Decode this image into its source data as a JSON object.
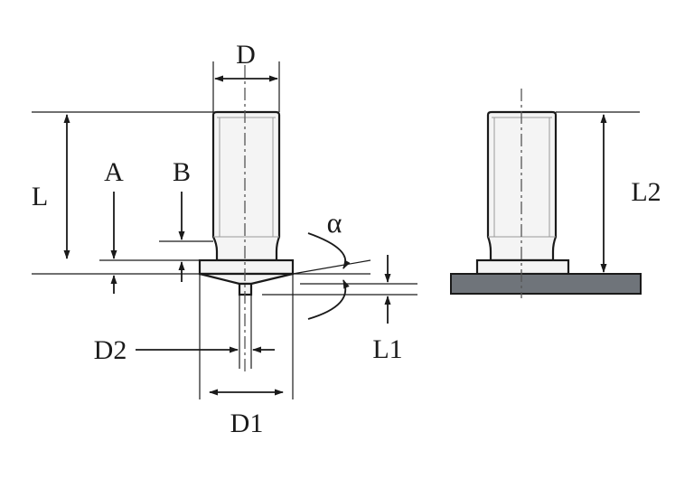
{
  "labels": {
    "D": "D",
    "L": "L",
    "A": "A",
    "B": "B",
    "alpha": "α",
    "D2": "D2",
    "D1": "D1",
    "L1": "L1",
    "L2": "L2"
  },
  "colors": {
    "line": "#1a1a1a",
    "part_fill": "#f4f4f4",
    "panel_fill": "#6f747a"
  }
}
